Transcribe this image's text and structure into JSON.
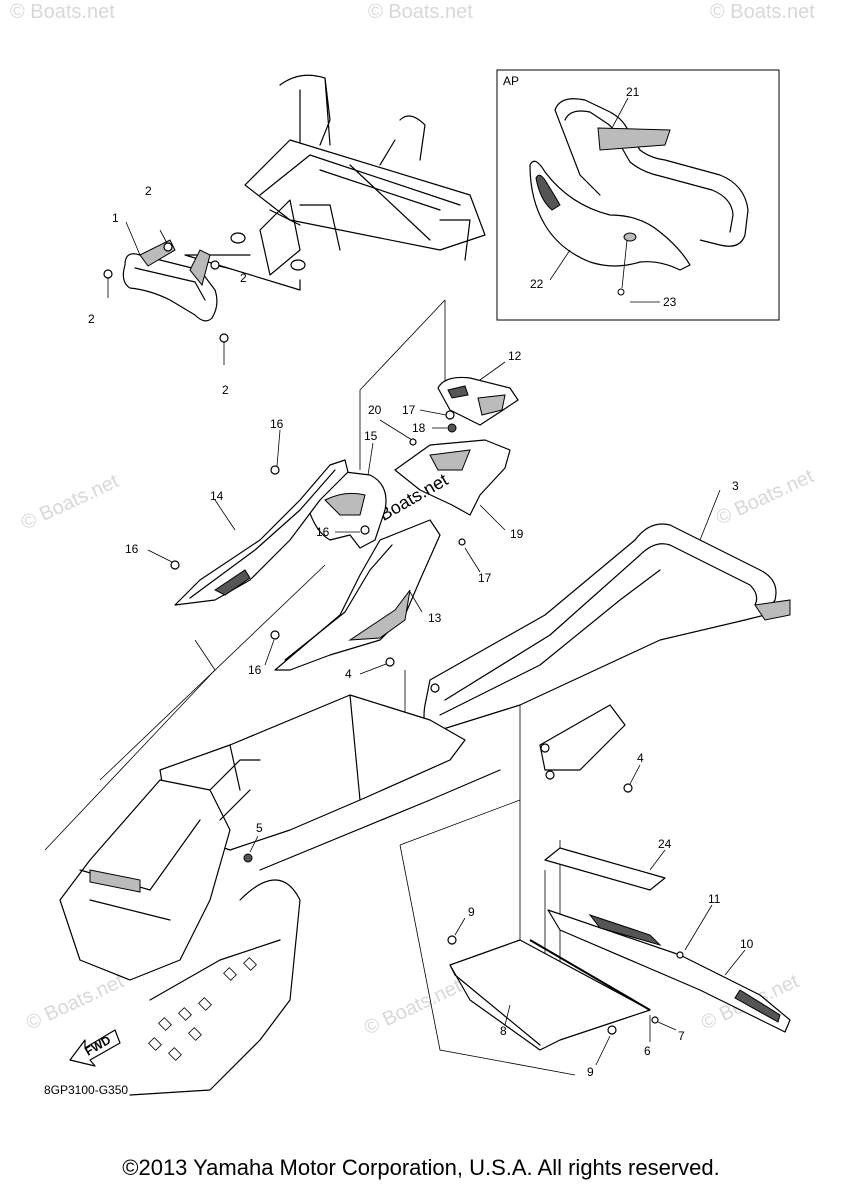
{
  "diagram_code": "8GP3100-G350",
  "inset_label": "AP",
  "fwd_label": "FWD",
  "copyright": "©2013 Yamaha Motor Corporation, U.S.A. All rights reserved.",
  "watermark": "© Boats.net",
  "watermark_center": "©Boats.net",
  "callouts": {
    "c1": "1",
    "c2a": "2",
    "c2b": "2",
    "c2c": "2",
    "c2d": "2",
    "c3": "3",
    "c4a": "4",
    "c4b": "4",
    "c5": "5",
    "c6": "6",
    "c7": "7",
    "c8": "8",
    "c9a": "9",
    "c9b": "9",
    "c10": "10",
    "c11": "11",
    "c12": "12",
    "c13": "13",
    "c14": "14",
    "c15": "15",
    "c16a": "16",
    "c16b": "16",
    "c16c": "16",
    "c16d": "16",
    "c17a": "17",
    "c17b": "17",
    "c18": "18",
    "c19": "19",
    "c20": "20",
    "c21": "21",
    "c22": "22",
    "c23": "23",
    "c24": "24"
  }
}
